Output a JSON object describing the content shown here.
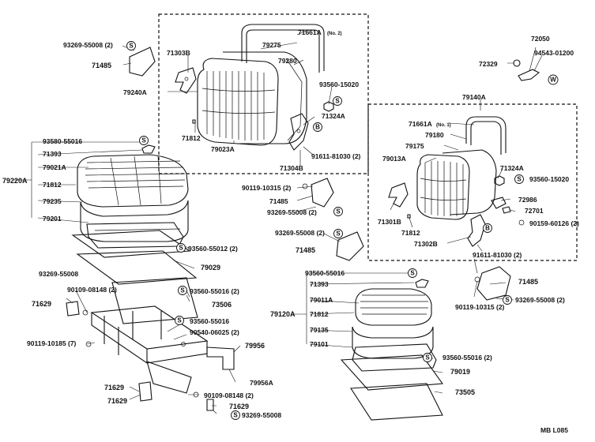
{
  "labels": {
    "l71661a_top": "71661A",
    "l71661a_top_sub": "(No. 2)",
    "l79275": "79275",
    "l71303b": "71303B",
    "l79280": "79280",
    "l79240a": "79240A",
    "l93560_15020a": "93560-15020",
    "l71324a_top": "71324A",
    "l71812_top": "71812",
    "l79023a": "79023A",
    "l91611_81030_top": "91611-81030 (2)",
    "l71304b": "71304B",
    "l93269_55008_a": "93269-55008 (2)",
    "l71485_a": "71485",
    "l72050": "72050",
    "l94543_01200": "94543-01200",
    "l72329": "72329",
    "l79140a": "79140A",
    "l71661a_r": "71661A",
    "l71661a_r_sub": "(No. 1)",
    "l79180": "79180",
    "l79175": "79175",
    "l79013a": "79013A",
    "l71324a_r": "71324A",
    "l93560_15020b": "93560-15020",
    "l72986": "72986",
    "l72701": "72701",
    "l90159_60126": "90159-60126 (2)",
    "l71301b": "71301B",
    "l71812_r": "71812",
    "l71302b": "71302B",
    "l91611_81030_r": "91611-81030 (2)",
    "l93580_55016_a": "93580-55016",
    "l71393_a": "71393",
    "l79220a": "79220A",
    "l79021a": "79021A",
    "l71812_l": "71812",
    "l79235": "79235",
    "l79201": "79201",
    "l90119_10315_a": "90119-10315 (2)",
    "l71485_b": "71485",
    "l93269_55008_b": "93269-55008 (2)",
    "l93269_55008_c": "93269-55008 (2)",
    "l71485_c": "71485",
    "l93560_55012": "93560-55012 (2)",
    "l79029": "79029",
    "l93269_55008_d": "93269-55008",
    "l90109_08148_a": "90109-08148 (2)",
    "l71629_a": "71629",
    "l93560_55016_a": "93560-55016 (2)",
    "l73506": "73506",
    "l93560_55016_b": "93560-55016",
    "l90119_10185": "90119-10185 (7)",
    "l90540_06025": "90540-06025 (2)",
    "l79956": "79956",
    "l79956a": "79956A",
    "l71629_b": "71629",
    "l71629_c": "71629",
    "l90109_08148_b": "90109-08148 (2)",
    "l71629_d": "71629",
    "l93269_55008_e": "93269-55008",
    "l93560_55016_c": "93560-55016",
    "l71393_b": "71393",
    "l79120a": "79120A",
    "l79011a": "79011A",
    "l71812_b": "71812",
    "l79135": "79135",
    "l79101": "79101",
    "l71485_d": "71485",
    "l93269_55008_f": "93269-55008 (2)",
    "l90119_10315_b": "90119-10315 (2)",
    "l93560_55016_d": "93560-55016 (2)",
    "l79019": "79019",
    "l73505": "73505",
    "footer": "MB  L085"
  },
  "symbols": {
    "s": "S",
    "w": "W",
    "b": "B"
  }
}
